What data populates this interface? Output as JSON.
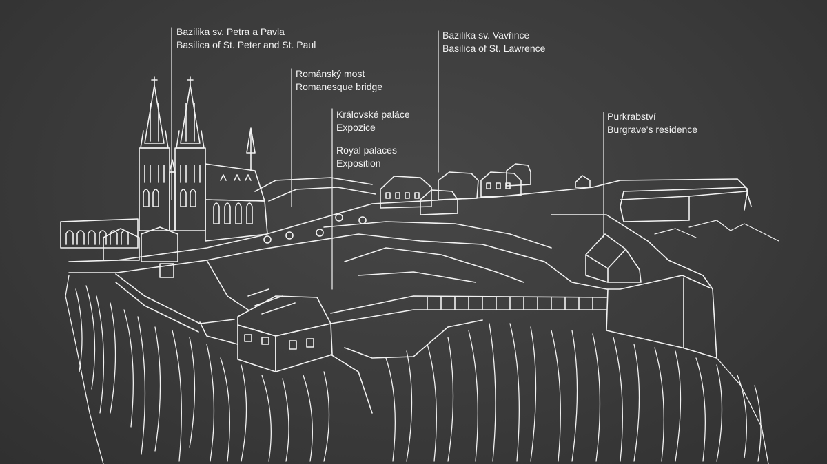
{
  "labels": {
    "basilica_peter_paul": {
      "cz": "Bazilika sv. Petra a Pavla",
      "en": "Basilica of St. Peter and St. Paul"
    },
    "romanesque_bridge": {
      "cz": "Románský most",
      "en": "Romanesque bridge"
    },
    "royal_palaces": {
      "cz": "Královské paláce",
      "cz2": "Expozice",
      "en": "Royal palaces",
      "en2": "Exposition"
    },
    "basilica_lawrence": {
      "cz": "Bazilika sv. Vavřince",
      "en": "Basilica of St. Lawrence"
    },
    "burgrave": {
      "cz": "Purkrabství",
      "en": "Burgrave's residence"
    }
  },
  "colors": {
    "background": "#3b3b3b",
    "line": "#f4f4f4"
  }
}
